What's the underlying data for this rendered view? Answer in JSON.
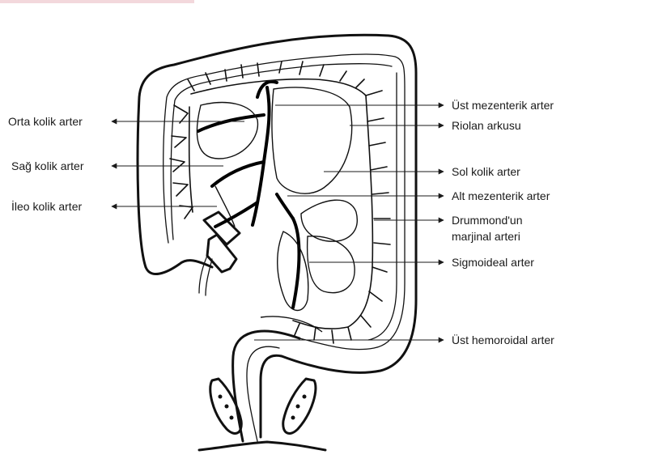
{
  "labels": {
    "left": {
      "orta_kolik": "Orta kolik arter",
      "sag_kolik": "Sağ kolik arter",
      "ileo_kolik": "İleo kolik arter"
    },
    "right": {
      "ust_mezenterik": "Üst mezenterik arter",
      "riolan": "Riolan arkusu",
      "sol_kolik": "Sol kolik arter",
      "alt_mezenterik": "Alt mezenterik arter",
      "drummond_line1": "Drummond'un",
      "drummond_line2": "marjinal arteri",
      "sigmoideal": "Sigmoideal arter",
      "ust_hemoroidal": "Üst hemoroidal arter"
    }
  }
}
